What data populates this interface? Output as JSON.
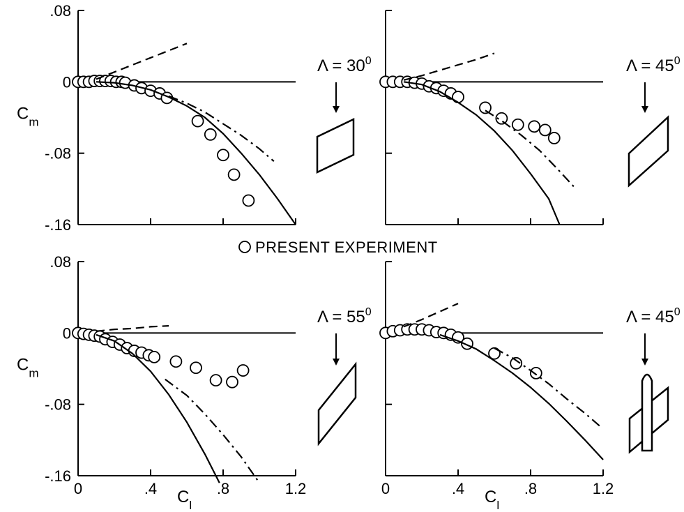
{
  "legend": {
    "symbol": "circle",
    "label": "PRESENT EXPERIMENT"
  },
  "chart_data": [
    {
      "type": "scatter",
      "panel": "top-left",
      "sweep_label": "Λ = 30°",
      "xlabel": "",
      "ylabel": "C_m",
      "xlim": [
        0,
        1.2
      ],
      "ylim": [
        -0.16,
        0.08
      ],
      "yticks": [
        0.08,
        0,
        -0.08,
        -0.16
      ],
      "ytick_labels": [
        ".08",
        "0",
        "-.08",
        "-.16"
      ],
      "xticks": [
        0,
        0.4,
        0.8,
        1.2
      ],
      "xtick_labels": [],
      "config": "wing",
      "series": [
        {
          "name": "PRESENT EXPERIMENT",
          "style": "circle",
          "x": [
            0,
            0.03,
            0.06,
            0.09,
            0.12,
            0.15,
            0.18,
            0.21,
            0.24,
            0.26,
            0.31,
            0.35,
            0.4,
            0.45,
            0.49,
            0.66,
            0.73,
            0.8,
            0.86,
            0.94
          ],
          "y": [
            0,
            0,
            0,
            0.001,
            0.001,
            0.001,
            0.001,
            0,
            0,
            -0.001,
            -0.004,
            -0.007,
            -0.01,
            -0.013,
            -0.018,
            -0.044,
            -0.059,
            -0.082,
            -0.104,
            -0.133
          ]
        },
        {
          "style": "solid",
          "x": [
            0.1,
            0.2,
            0.3,
            0.4,
            0.5,
            0.6,
            0.7,
            0.8,
            0.9,
            1.0,
            1.1,
            1.2
          ],
          "y": [
            0,
            -0.001,
            -0.004,
            -0.009,
            -0.017,
            -0.027,
            -0.04,
            -0.058,
            -0.08,
            -0.104,
            -0.131,
            -0.16
          ]
        },
        {
          "style": "dash",
          "x": [
            0.1,
            0.2,
            0.3,
            0.4,
            0.5,
            0.6
          ],
          "y": [
            0.003,
            0.011,
            0.019,
            0.027,
            0.035,
            0.043
          ]
        },
        {
          "style": "dashdot",
          "x": [
            0.5,
            0.6,
            0.7,
            0.8,
            0.9,
            1.0,
            1.08
          ],
          "y": [
            -0.016,
            -0.024,
            -0.034,
            -0.047,
            -0.06,
            -0.075,
            -0.089
          ]
        }
      ]
    },
    {
      "type": "scatter",
      "panel": "top-right",
      "sweep_label": "Λ = 45°",
      "xlabel": "",
      "ylabel": "",
      "xlim": [
        0,
        1.2
      ],
      "ylim": [
        -0.16,
        0.08
      ],
      "yticks": [
        0.08,
        0,
        -0.08,
        -0.16
      ],
      "ytick_labels": [],
      "xticks": [
        0,
        0.4,
        0.8,
        1.2
      ],
      "xtick_labels": [],
      "config": "wing",
      "series": [
        {
          "name": "PRESENT EXPERIMENT",
          "style": "circle",
          "x": [
            0,
            0.04,
            0.08,
            0.12,
            0.16,
            0.2,
            0.24,
            0.28,
            0.32,
            0.36,
            0.4,
            0.55,
            0.64,
            0.73,
            0.82,
            0.88,
            0.93
          ],
          "y": [
            0,
            0,
            0,
            0,
            -0.001,
            -0.002,
            -0.005,
            -0.007,
            -0.01,
            -0.013,
            -0.017,
            -0.029,
            -0.041,
            -0.048,
            -0.05,
            -0.054,
            -0.063
          ]
        },
        {
          "style": "solid",
          "x": [
            0.1,
            0.2,
            0.3,
            0.4,
            0.5,
            0.6,
            0.7,
            0.8,
            0.9,
            0.96
          ],
          "y": [
            0,
            -0.003,
            -0.011,
            -0.023,
            -0.037,
            -0.055,
            -0.077,
            -0.103,
            -0.131,
            -0.16
          ]
        },
        {
          "style": "dash",
          "x": [
            0.1,
            0.2,
            0.3,
            0.4,
            0.5,
            0.6
          ],
          "y": [
            0.002,
            0.007,
            0.013,
            0.019,
            0.025,
            0.032
          ]
        },
        {
          "style": "dashdot",
          "x": [
            0.55,
            0.65,
            0.75,
            0.85,
            0.95,
            1.05
          ],
          "y": [
            -0.032,
            -0.045,
            -0.06,
            -0.077,
            -0.098,
            -0.12
          ]
        }
      ]
    },
    {
      "type": "scatter",
      "panel": "bottom-left",
      "sweep_label": "Λ = 55°",
      "xlabel": "C_l",
      "ylabel": "C_m",
      "xlim": [
        0,
        1.2
      ],
      "ylim": [
        -0.16,
        0.08
      ],
      "yticks": [
        0.08,
        0,
        -0.08,
        -0.16
      ],
      "ytick_labels": [
        ".08",
        "0",
        "-.08",
        "-.16"
      ],
      "xticks": [
        0,
        0.4,
        0.8,
        1.2
      ],
      "xtick_labels": [
        "0",
        ".4",
        ".8",
        "1.2"
      ],
      "config": "wing",
      "series": [
        {
          "name": "PRESENT EXPERIMENT",
          "style": "circle",
          "x": [
            0,
            0.03,
            0.06,
            0.09,
            0.12,
            0.15,
            0.19,
            0.23,
            0.27,
            0.31,
            0.35,
            0.39,
            0.42,
            0.54,
            0.65,
            0.76,
            0.85,
            0.91
          ],
          "y": [
            0,
            -0.001,
            -0.002,
            -0.003,
            -0.004,
            -0.007,
            -0.01,
            -0.013,
            -0.017,
            -0.02,
            -0.022,
            -0.025,
            -0.027,
            -0.032,
            -0.039,
            -0.053,
            -0.055,
            -0.042
          ]
        },
        {
          "style": "solid",
          "x": [
            0.1,
            0.2,
            0.3,
            0.4,
            0.5,
            0.6,
            0.7,
            0.78
          ],
          "y": [
            -0.002,
            -0.009,
            -0.023,
            -0.043,
            -0.069,
            -0.1,
            -0.136,
            -0.168
          ]
        },
        {
          "style": "dash",
          "x": [
            0.1,
            0.2,
            0.3,
            0.4,
            0.5
          ],
          "y": [
            0.002,
            0.004,
            0.005,
            0.007,
            0.008
          ]
        },
        {
          "style": "dashdot",
          "x": [
            0.48,
            0.6,
            0.7,
            0.8,
            0.9,
            1.0
          ],
          "y": [
            -0.052,
            -0.07,
            -0.091,
            -0.114,
            -0.139,
            -0.168
          ]
        }
      ]
    },
    {
      "type": "scatter",
      "panel": "bottom-right",
      "sweep_label": "Λ = 45°",
      "xlabel": "C_l",
      "ylabel": "",
      "xlim": [
        0,
        1.2
      ],
      "ylim": [
        -0.16,
        0.08
      ],
      "yticks": [
        0.08,
        0,
        -0.08,
        -0.16
      ],
      "ytick_labels": [],
      "xticks": [
        0,
        0.4,
        0.8,
        1.2
      ],
      "xtick_labels": [
        "0",
        ".4",
        ".8",
        "1.2"
      ],
      "config": "wing-body",
      "series": [
        {
          "name": "PRESENT EXPERIMENT",
          "style": "circle",
          "x": [
            0,
            0.04,
            0.08,
            0.12,
            0.16,
            0.2,
            0.24,
            0.28,
            0.32,
            0.36,
            0.4,
            0.45,
            0.6,
            0.72,
            0.83
          ],
          "y": [
            0,
            0.002,
            0.003,
            0.004,
            0.004,
            0.004,
            0.003,
            0.001,
            0,
            -0.002,
            -0.005,
            -0.012,
            -0.023,
            -0.034,
            -0.045
          ]
        },
        {
          "style": "solid",
          "x": [
            0.3,
            0.4,
            0.5,
            0.6,
            0.7,
            0.8,
            0.9,
            1.0,
            1.1,
            1.2
          ],
          "y": [
            -0.002,
            -0.009,
            -0.018,
            -0.031,
            -0.045,
            -0.061,
            -0.079,
            -0.099,
            -0.12,
            -0.142
          ]
        },
        {
          "style": "dash",
          "x": [
            0.1,
            0.2,
            0.3,
            0.4
          ],
          "y": [
            0.007,
            0.015,
            0.024,
            0.033
          ]
        },
        {
          "style": "dashdot",
          "x": [
            0.6,
            0.7,
            0.8,
            0.9,
            1.0,
            1.1,
            1.18
          ],
          "y": [
            -0.017,
            -0.028,
            -0.042,
            -0.057,
            -0.074,
            -0.09,
            -0.104
          ]
        }
      ]
    }
  ]
}
